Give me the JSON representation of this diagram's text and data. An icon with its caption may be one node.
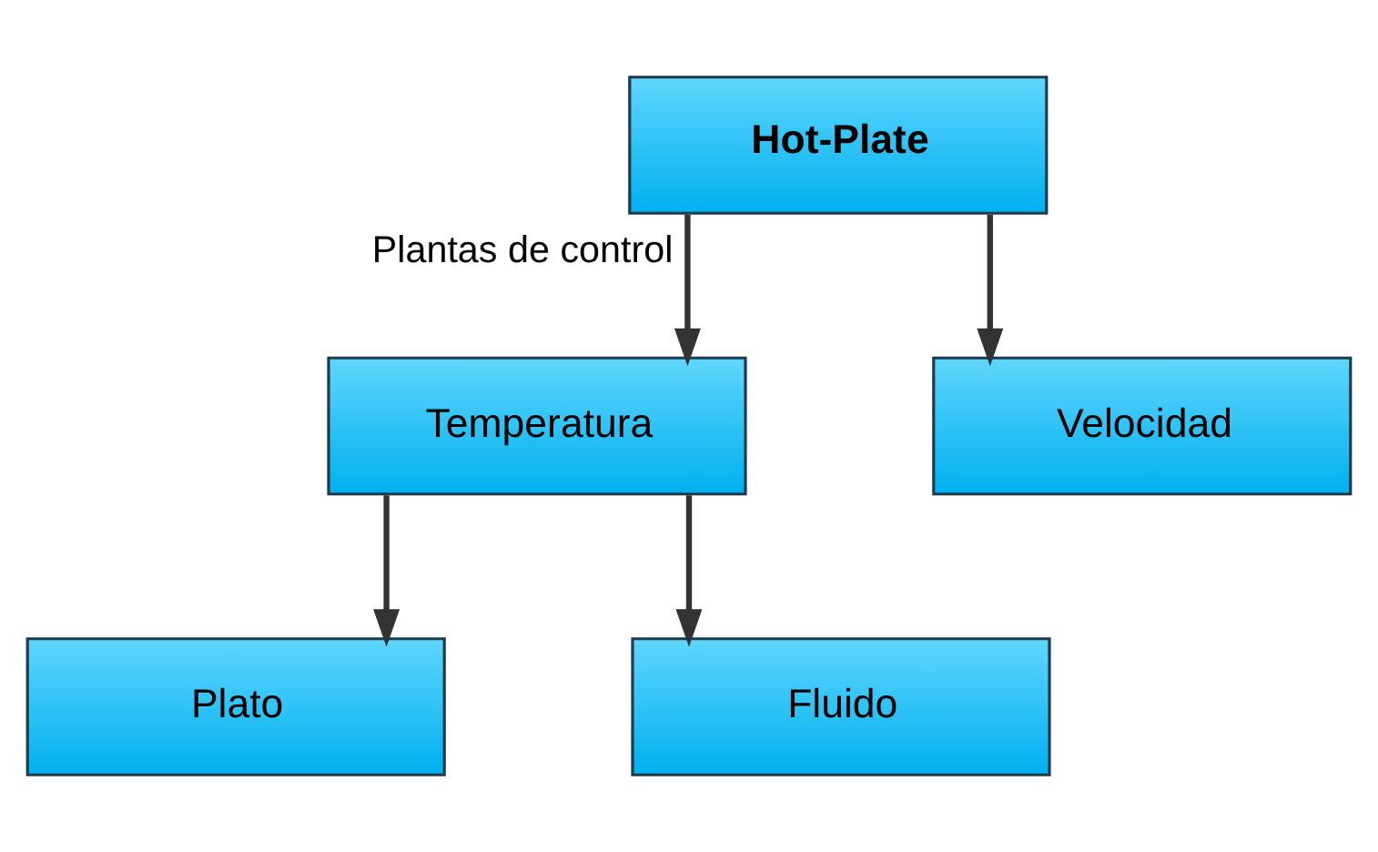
{
  "diagram": {
    "nodes": [
      {
        "text": [
          "Hot-Plate"
        ]
      },
      {
        "text": [
          "Temperatura"
        ]
      },
      {
        "text": [
          "Velocidad"
        ]
      },
      {
        "text": [
          "Plato"
        ]
      },
      {
        "text": [
          "Fluido"
        ]
      }
    ],
    "edges": [
      {
        "from": 0,
        "to": 1,
        "arrow": "to",
        "label": "Plantas de control"
      },
      {
        "from": 0,
        "to": 2,
        "arrow": "to"
      },
      {
        "from": 1,
        "to": 3,
        "arrow": "to"
      },
      {
        "from": 1,
        "to": 4,
        "arrow": "to"
      }
    ]
  }
}
